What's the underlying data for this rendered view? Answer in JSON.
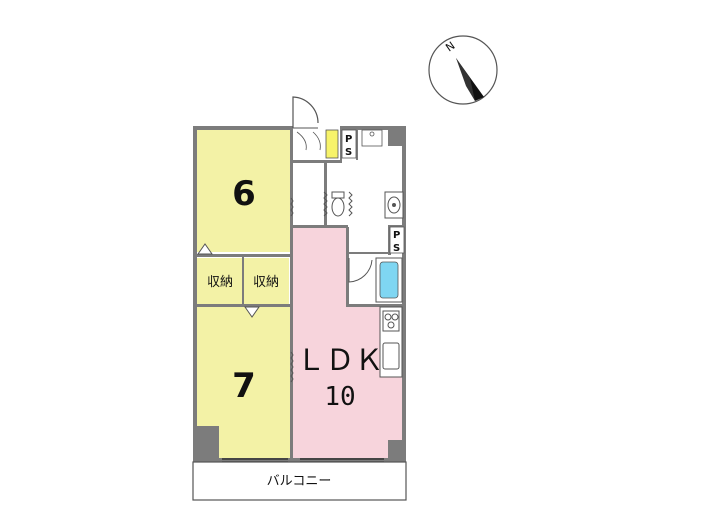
{
  "rooms": {
    "bedroom_top": {
      "label": "6"
    },
    "bedroom_bottom": {
      "label": "7"
    },
    "ldk": {
      "label": "ＬＤＫ",
      "size": "10"
    },
    "storage_left": {
      "label": "収納"
    },
    "storage_right": {
      "label": "収納"
    },
    "balcony": {
      "label": "バルコニー"
    },
    "ps_top": {
      "line1": "P",
      "line2": "S"
    },
    "ps_right": {
      "line1": "P",
      "line2": "S"
    }
  },
  "compass": {
    "north_label": "N"
  },
  "colors": {
    "bedroom": "#f3f2a6",
    "ldk": "#f7d4dc",
    "wall": "#7c7c7c",
    "bath": "#7fd6f2",
    "closet_accent": "#f7f36a"
  }
}
